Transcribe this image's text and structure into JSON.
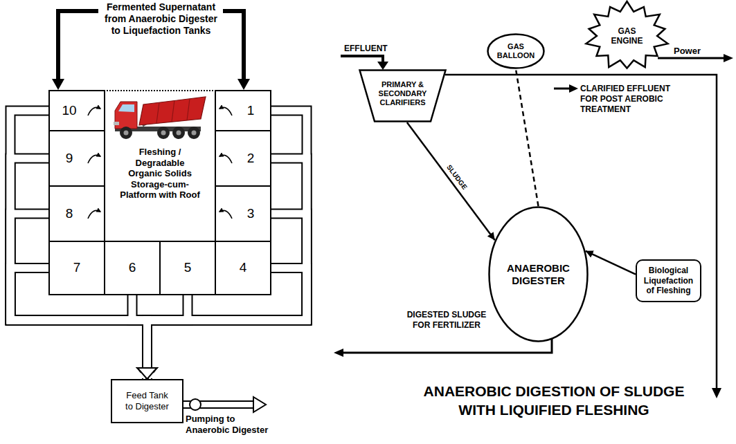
{
  "diagram": {
    "title": "ANAEROBIC DIGESTION OF SLUDGE WITH LIQUIFIED FLESHING",
    "nodes": [
      {
        "text": [
          "10"
        ]
      },
      {
        "text": [
          "Fleshing / Degradable Organic Solids Storage-cum-Platform with Roof"
        ]
      },
      {
        "text": [
          "1"
        ]
      },
      {
        "text": [
          "9"
        ]
      },
      {
        "text": [
          "2"
        ]
      },
      {
        "text": [
          "8"
        ]
      },
      {
        "text": [
          "3"
        ]
      },
      {
        "text": [
          "7"
        ]
      },
      {
        "text": [
          "6"
        ]
      },
      {
        "text": [
          "5"
        ]
      },
      {
        "text": [
          "4"
        ]
      },
      {
        "text": [
          "Feed Tank to Digester"
        ]
      },
      {
        "text": [
          "GAS BALLOON"
        ]
      },
      {
        "text": [
          "GAS ENGINE"
        ]
      },
      {
        "text": [
          "PRIMARY & SECONDARY CLARIFIERS"
        ]
      },
      {
        "text": [
          "ANAEROBIC DIGESTER"
        ]
      },
      {
        "text": [
          "Biological Liquefaction of Fleshing"
        ]
      }
    ],
    "edges": [
      {
        "from": 2,
        "to": 11,
        "arrow": "to"
      },
      {
        "from": 4,
        "to": 11,
        "arrow": "to"
      },
      {
        "from": 6,
        "to": 11,
        "arrow": "to"
      },
      {
        "from": 10,
        "to": 11,
        "arrow": "to"
      },
      {
        "from": 9,
        "to": 11,
        "arrow": "to"
      },
      {
        "from": 8,
        "to": 11,
        "arrow": "to"
      },
      {
        "from": 7,
        "to": 11,
        "arrow": "to"
      },
      {
        "from": 5,
        "to": 11,
        "arrow": "to"
      },
      {
        "from": 3,
        "to": 11,
        "arrow": "to"
      },
      {
        "from": 0,
        "to": 11,
        "arrow": "to"
      },
      {
        "from": 14,
        "to": 15,
        "label": "SLUDGE",
        "arrow": "to"
      },
      {
        "from": 15,
        "to": 12,
        "arrow": "none"
      },
      {
        "from": 16,
        "to": 15,
        "arrow": "to"
      }
    ],
    "labels": [
      "Fermented Supernatant from Anaerobic Digester to Liquefaction Tanks",
      "Pumping to Anaerobic Digester",
      "EFFLUENT",
      "Power",
      "CLARIFIED EFFLUENT FOR POST AEROBIC TREATMENT",
      "DIGESTED SLUDGE FOR FERTILIZER"
    ]
  }
}
